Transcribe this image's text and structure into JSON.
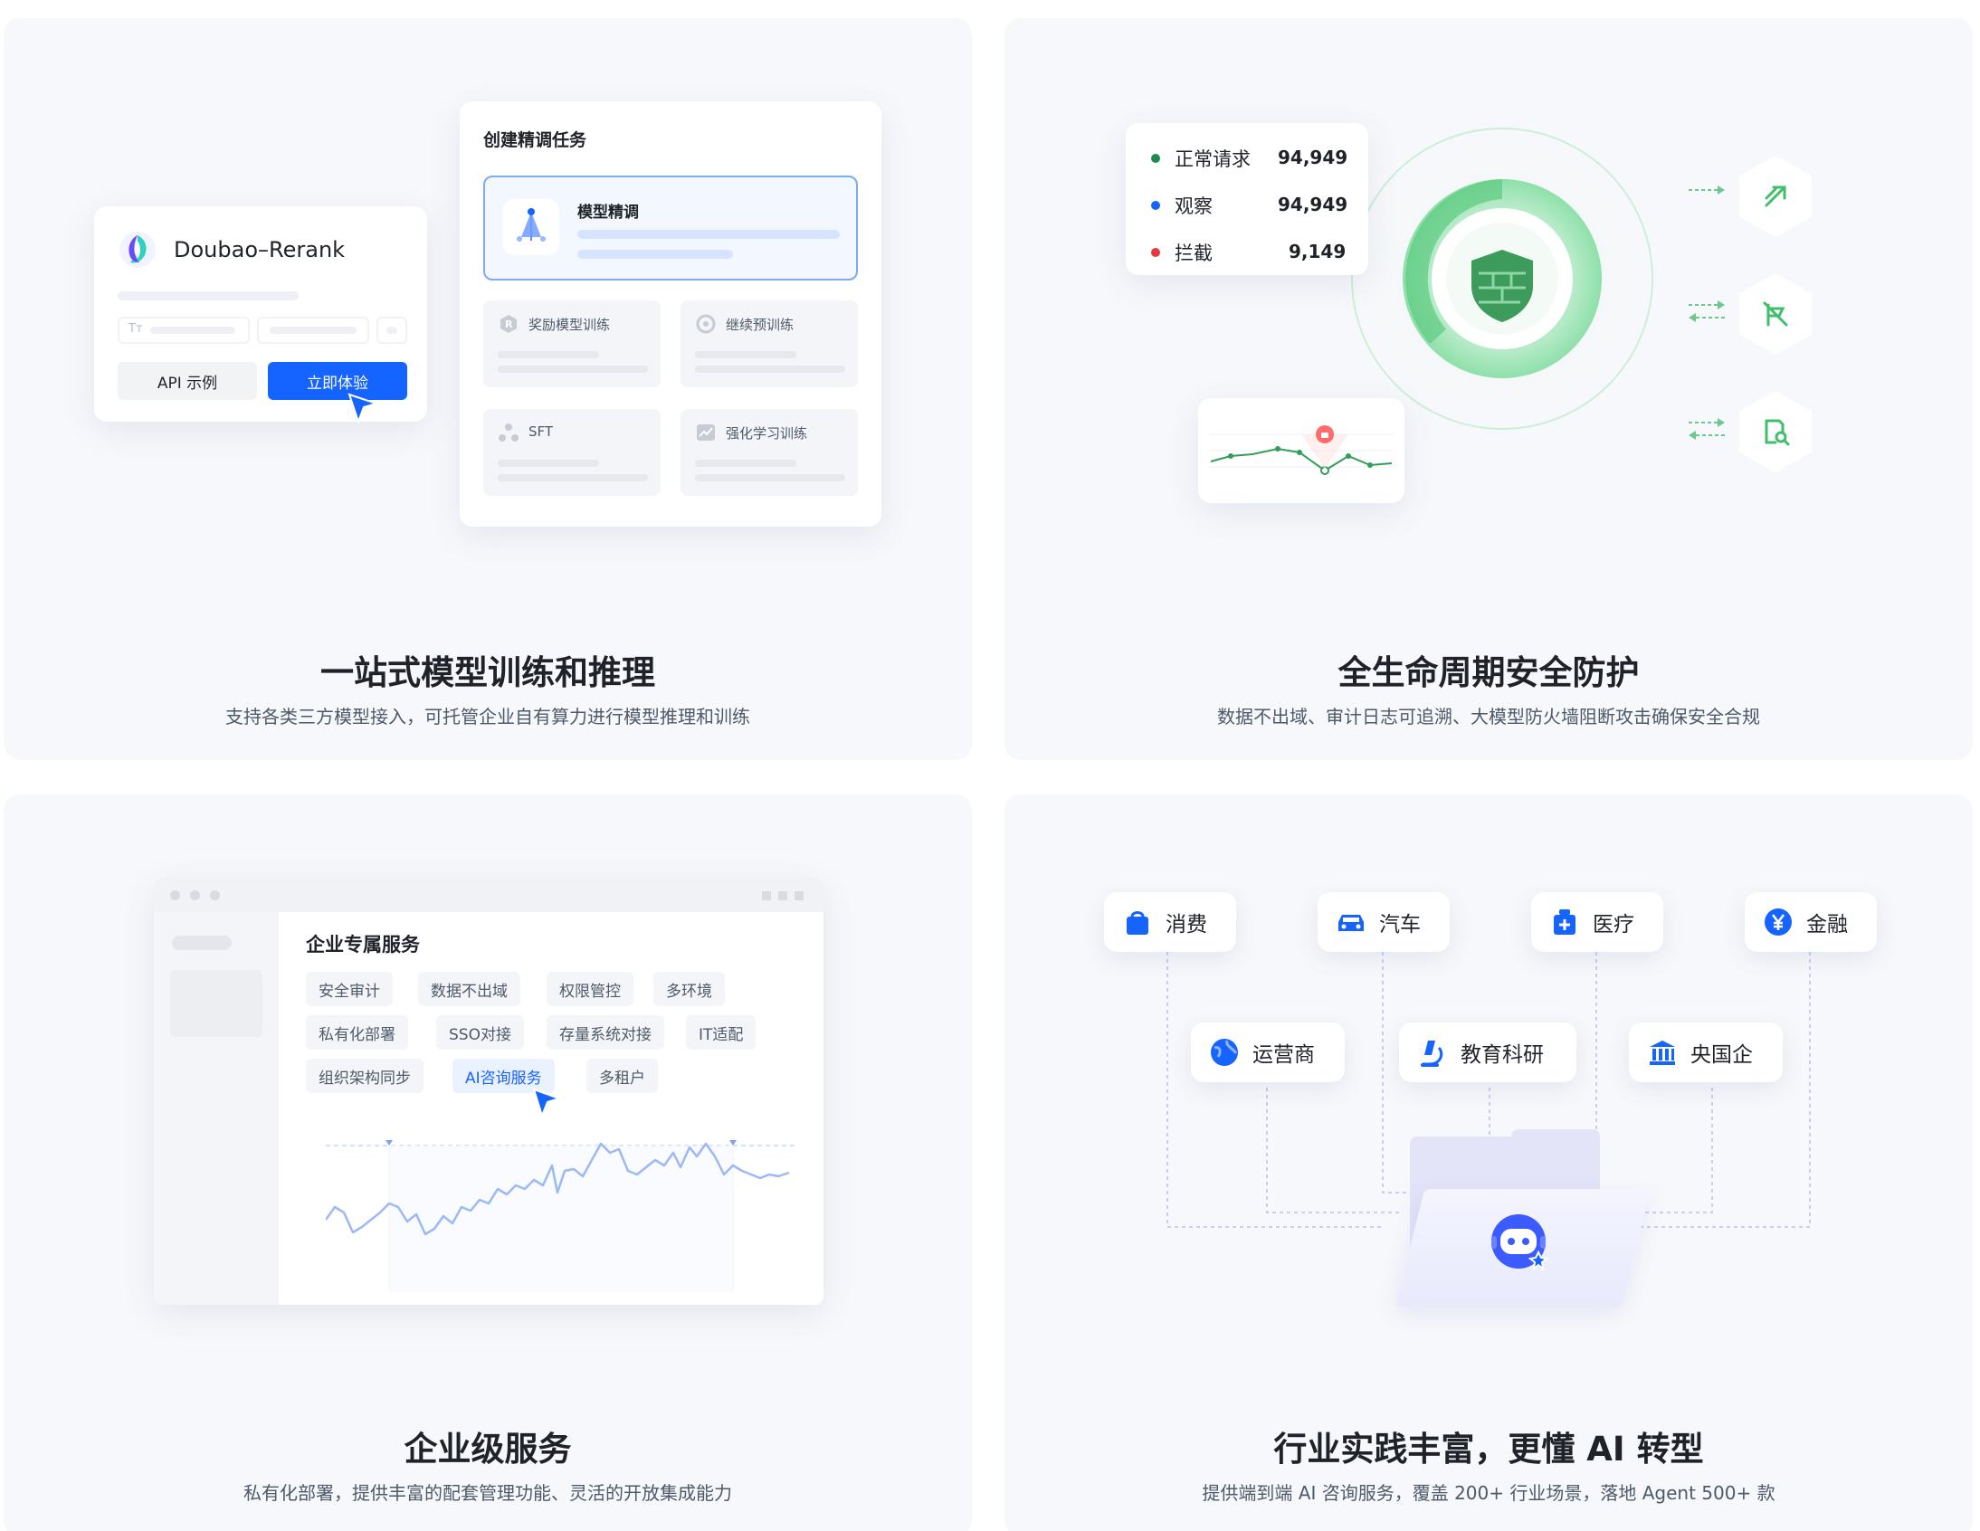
{
  "panels": {
    "training": {
      "title": "一站式模型训练和推理",
      "desc": "支持各类三方模型接入，可托管企业自有算力进行模型推理和训练",
      "model_card": {
        "name": "Doubao–Rerank",
        "api_button": "API 示例",
        "try_button": "立即体验",
        "tt_glyph": "Tт"
      },
      "task_card": {
        "title": "创建精调任务",
        "selected_option": "模型精调",
        "options": [
          "奖励模型训练",
          "继续预训练",
          "SFT",
          "强化学习训练"
        ]
      }
    },
    "security": {
      "title": "全生命周期安全防护",
      "desc": "数据不出域、审计日志可追溯、大模型防火墙阻断攻击确保安全合规",
      "stats": [
        {
          "label": "正常请求",
          "value": "94,949",
          "color": "#1f8a4c"
        },
        {
          "label": "观察",
          "value": "94,949",
          "color": "#1664ff"
        },
        {
          "label": "拦截",
          "value": "9,149",
          "color": "#e63a3a"
        }
      ],
      "accent_color": "#3fbf6a"
    },
    "enterprise": {
      "title": "企业级服务",
      "desc": "私有化部署，提供丰富的配套管理功能、灵活的开放集成能力",
      "window_title": "企业专属服务",
      "tags": [
        [
          "安全审计",
          "数据不出域",
          "权限管控",
          "多环境"
        ],
        [
          "私有化部署",
          "SSO对接",
          "存量系统对接",
          "IT适配"
        ],
        [
          "组织架构同步",
          "AI咨询服务",
          "多租户"
        ]
      ],
      "active_tag": "AI咨询服务"
    },
    "industry": {
      "title": "行业实践丰富，更懂 AI 转型",
      "desc": "提供端到端 AI 咨询服务，覆盖 200+ 行业场景，落地 Agent 500+ 款",
      "row1": [
        "消费",
        "汽车",
        "医疗",
        "金融"
      ],
      "row2": [
        "运营商",
        "教育科研",
        "央国企"
      ],
      "accent_color": "#1664ff"
    }
  }
}
